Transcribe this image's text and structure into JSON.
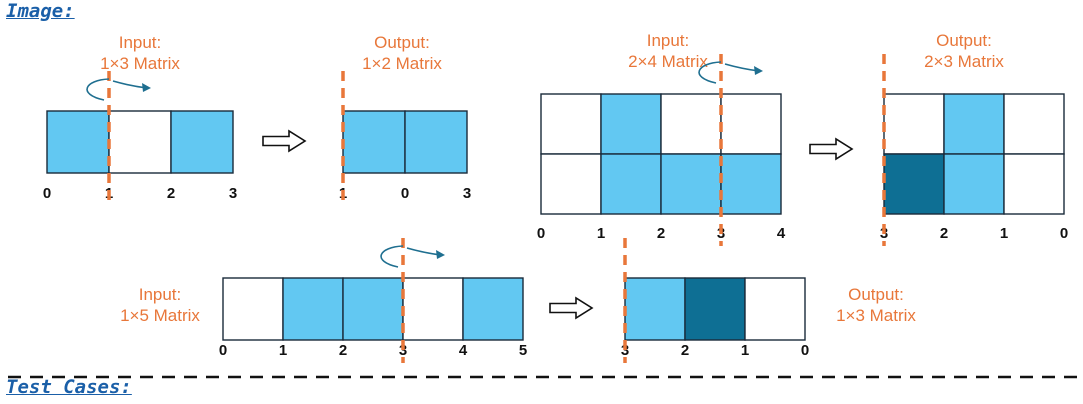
{
  "headings": {
    "image": "Image:",
    "test_cases": "Test Cases:"
  },
  "colors": {
    "empty": "#ffffff",
    "light": "#62c8f2",
    "dark": "#0e6f94",
    "cut": "#e8773a"
  },
  "examples": [
    {
      "input": {
        "label": [
          "Input:",
          "1×3 Matrix"
        ],
        "rows": [
          [
            "light",
            "empty",
            "light"
          ]
        ],
        "ticks": [
          "0",
          "1",
          "2",
          "3"
        ],
        "cut_after_col": 1
      },
      "output": {
        "label": [
          "Output:",
          "1×2 Matrix"
        ],
        "rows": [
          [
            "light",
            "light"
          ]
        ],
        "ticks": [
          "1",
          "0",
          "3"
        ],
        "cut_after_col": 0
      }
    },
    {
      "input": {
        "label": [
          "Input:",
          "2×4 Matrix"
        ],
        "rows": [
          [
            "empty",
            "light",
            "empty",
            "empty"
          ],
          [
            "empty",
            "light",
            "light",
            "light"
          ]
        ],
        "ticks": [
          "0",
          "1",
          "2",
          "3",
          "4"
        ],
        "cut_after_col": 3
      },
      "output": {
        "label": [
          "Output:",
          "2×3 Matrix"
        ],
        "rows": [
          [
            "empty",
            "light",
            "empty"
          ],
          [
            "dark",
            "light",
            "empty"
          ]
        ],
        "ticks": [
          "3",
          "2",
          "1",
          "0"
        ],
        "cut_after_col": 0
      }
    },
    {
      "input": {
        "label": [
          "Input:",
          "1×5 Matrix"
        ],
        "rows": [
          [
            "empty",
            "light",
            "light",
            "empty",
            "light"
          ]
        ],
        "ticks": [
          "0",
          "1",
          "2",
          "3",
          "4",
          "5"
        ],
        "cut_after_col": 3
      },
      "output": {
        "label": [
          "Output:",
          "1×3 Matrix"
        ],
        "rows": [
          [
            "light",
            "dark",
            "empty"
          ]
        ],
        "ticks": [
          "3",
          "2",
          "1",
          "0"
        ],
        "cut_after_col": 0
      }
    }
  ]
}
